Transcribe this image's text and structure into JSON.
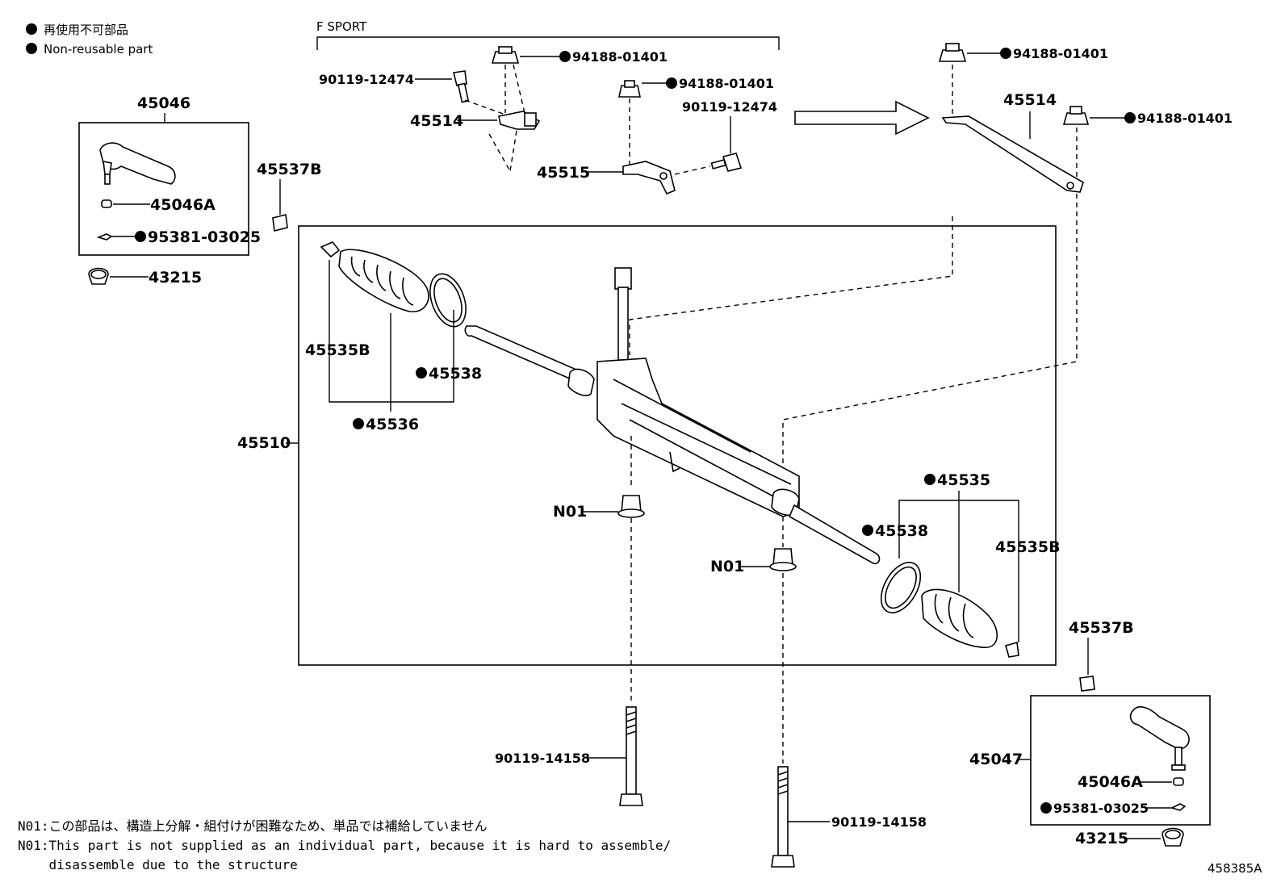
{
  "legend": {
    "line1": "再使用不可部品",
    "line2": "Non-reusable part"
  },
  "group_label": "F SPORT",
  "labels": {
    "p45046": "45046",
    "p45046a_l": "45046A",
    "p95381_l": "95381-03025",
    "p43215_l": "43215",
    "p45537b_l": "45537B",
    "p90119_12474_a": "90119-12474",
    "p94188_a": "94188-01401",
    "p45514_a": "45514",
    "p94188_b": "94188-01401",
    "p90119_12474_b": "90119-12474",
    "p45515": "45515",
    "p94188_c": "94188-01401",
    "p45514_b": "45514",
    "p94188_d": "94188-01401",
    "p45535b_l": "45535B",
    "p45538_l": "45538",
    "p45536": "45536",
    "p45510": "45510",
    "n01_a": "N01",
    "n01_b": "N01",
    "p45535": "45535",
    "p45538_r": "45538",
    "p45535b_r": "45535B",
    "p45537b_r": "45537B",
    "p45047": "45047",
    "p45046a_r": "45046A",
    "p95381_r": "95381-03025",
    "p43215_r": "43215",
    "p90119_14158_a": "90119-14158",
    "p90119_14158_b": "90119-14158"
  },
  "notes": {
    "jp": "N01:この部品は、構造上分解・組付けが困難なため、単品では補給していません",
    "en1": "N01:This part is not supplied as an individual part, because it is hard to assemble/",
    "en2": "    disassemble due to the structure"
  },
  "figure_id": "458385A"
}
